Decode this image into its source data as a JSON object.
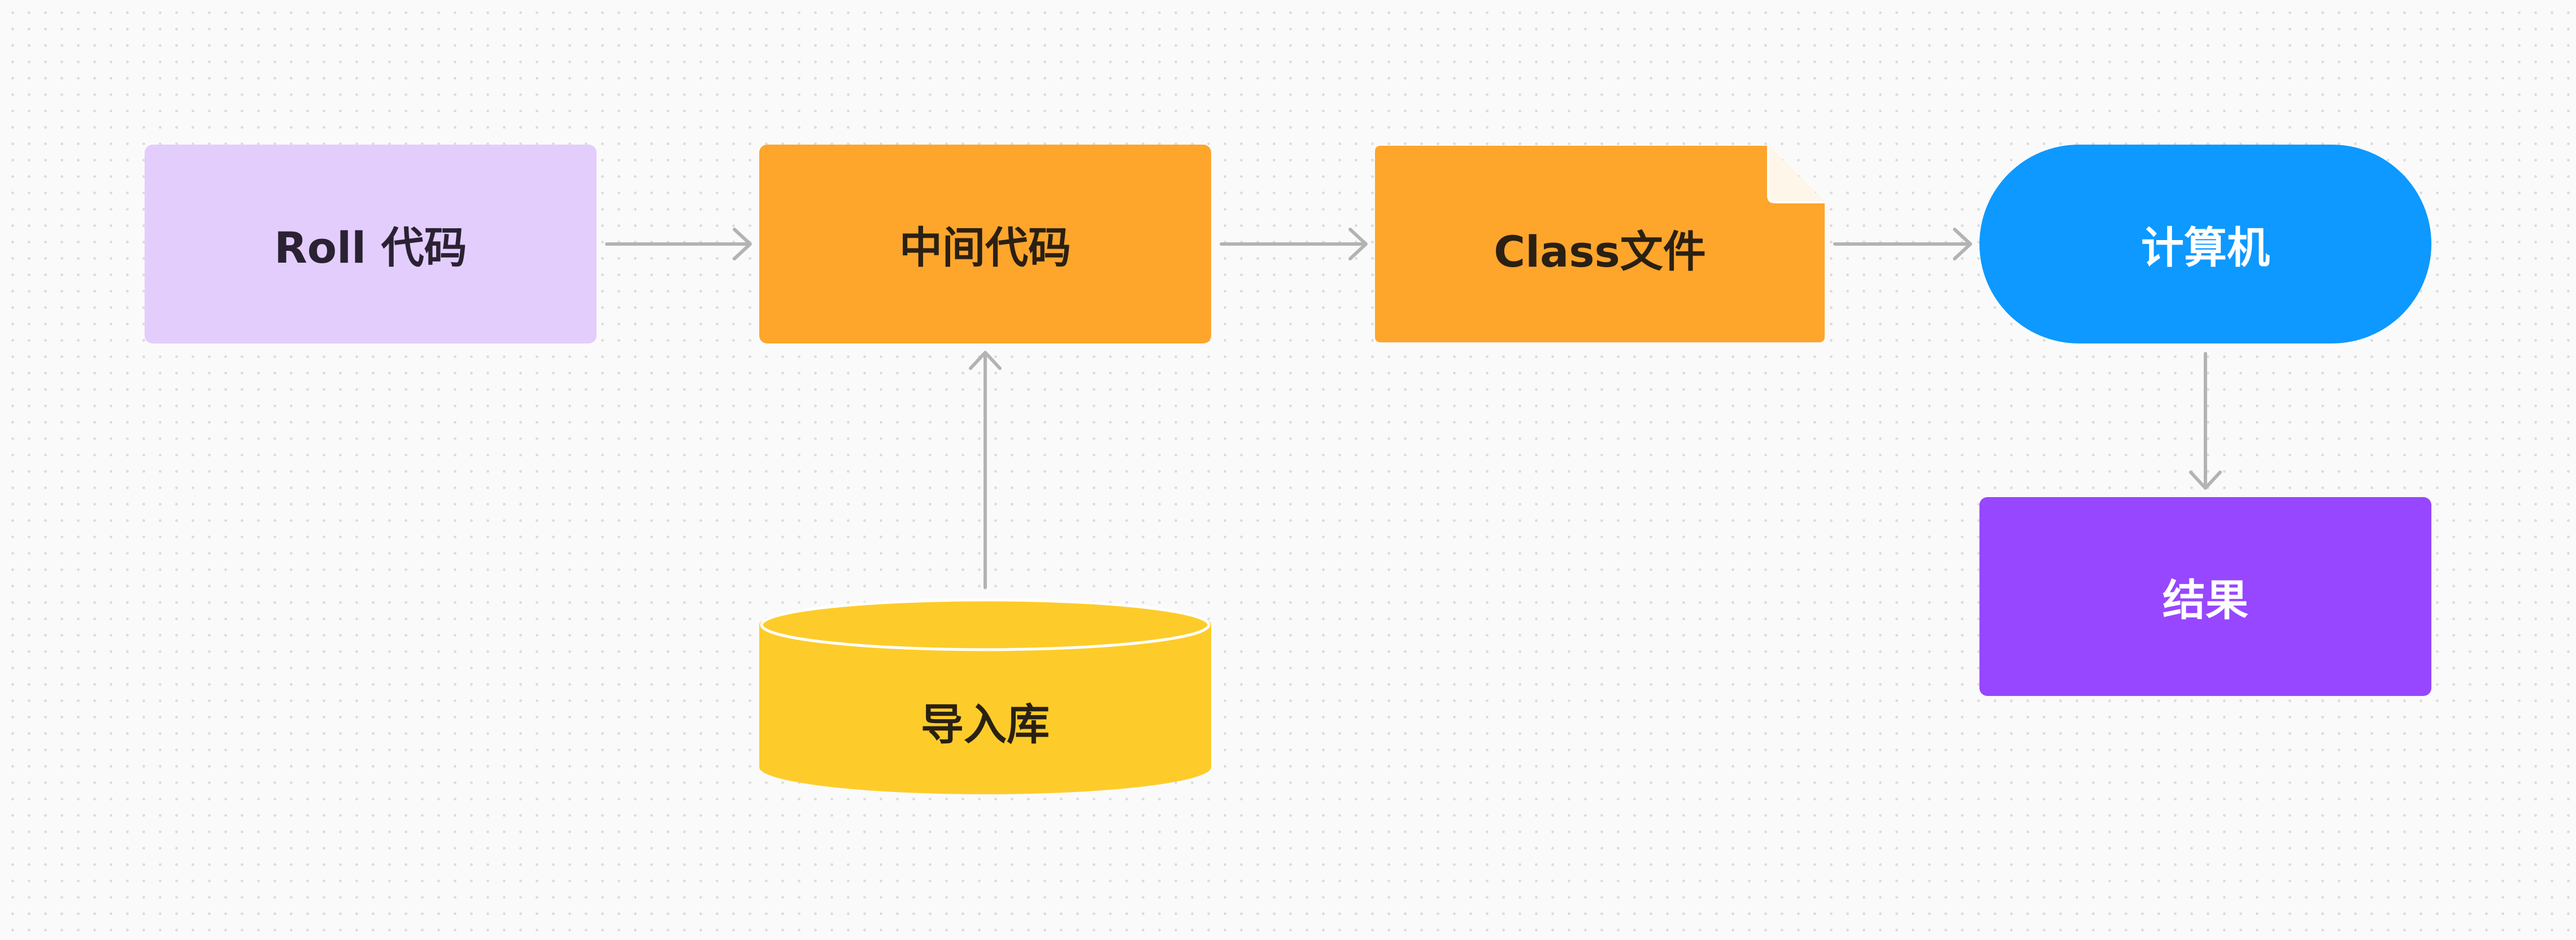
{
  "nodes": {
    "roll": {
      "label": "Roll 代码",
      "shape": "rectangle",
      "color": "#e3cdfc"
    },
    "intermediate": {
      "label": "中间代码",
      "shape": "rectangle",
      "color": "#fea52c"
    },
    "class_file": {
      "label": "Class文件",
      "shape": "document",
      "color": "#fea52c"
    },
    "computer": {
      "label": "计算机",
      "shape": "rounded-pill",
      "color": "#0d99ff"
    },
    "result": {
      "label": "结果",
      "shape": "rectangle",
      "color": "#9747ff"
    },
    "import_lib": {
      "label": "导入库",
      "shape": "cylinder",
      "color": "#fdcc2a"
    }
  },
  "edges": [
    {
      "from": "Roll 代码",
      "to": "中间代码"
    },
    {
      "from": "中间代码",
      "to": "Class文件"
    },
    {
      "from": "Class文件",
      "to": "计算机"
    },
    {
      "from": "计算机",
      "to": "结果"
    },
    {
      "from": "导入库",
      "to": "中间代码"
    }
  ],
  "colors": {
    "edge": "#b3b3b3",
    "background": "#fafafa"
  }
}
